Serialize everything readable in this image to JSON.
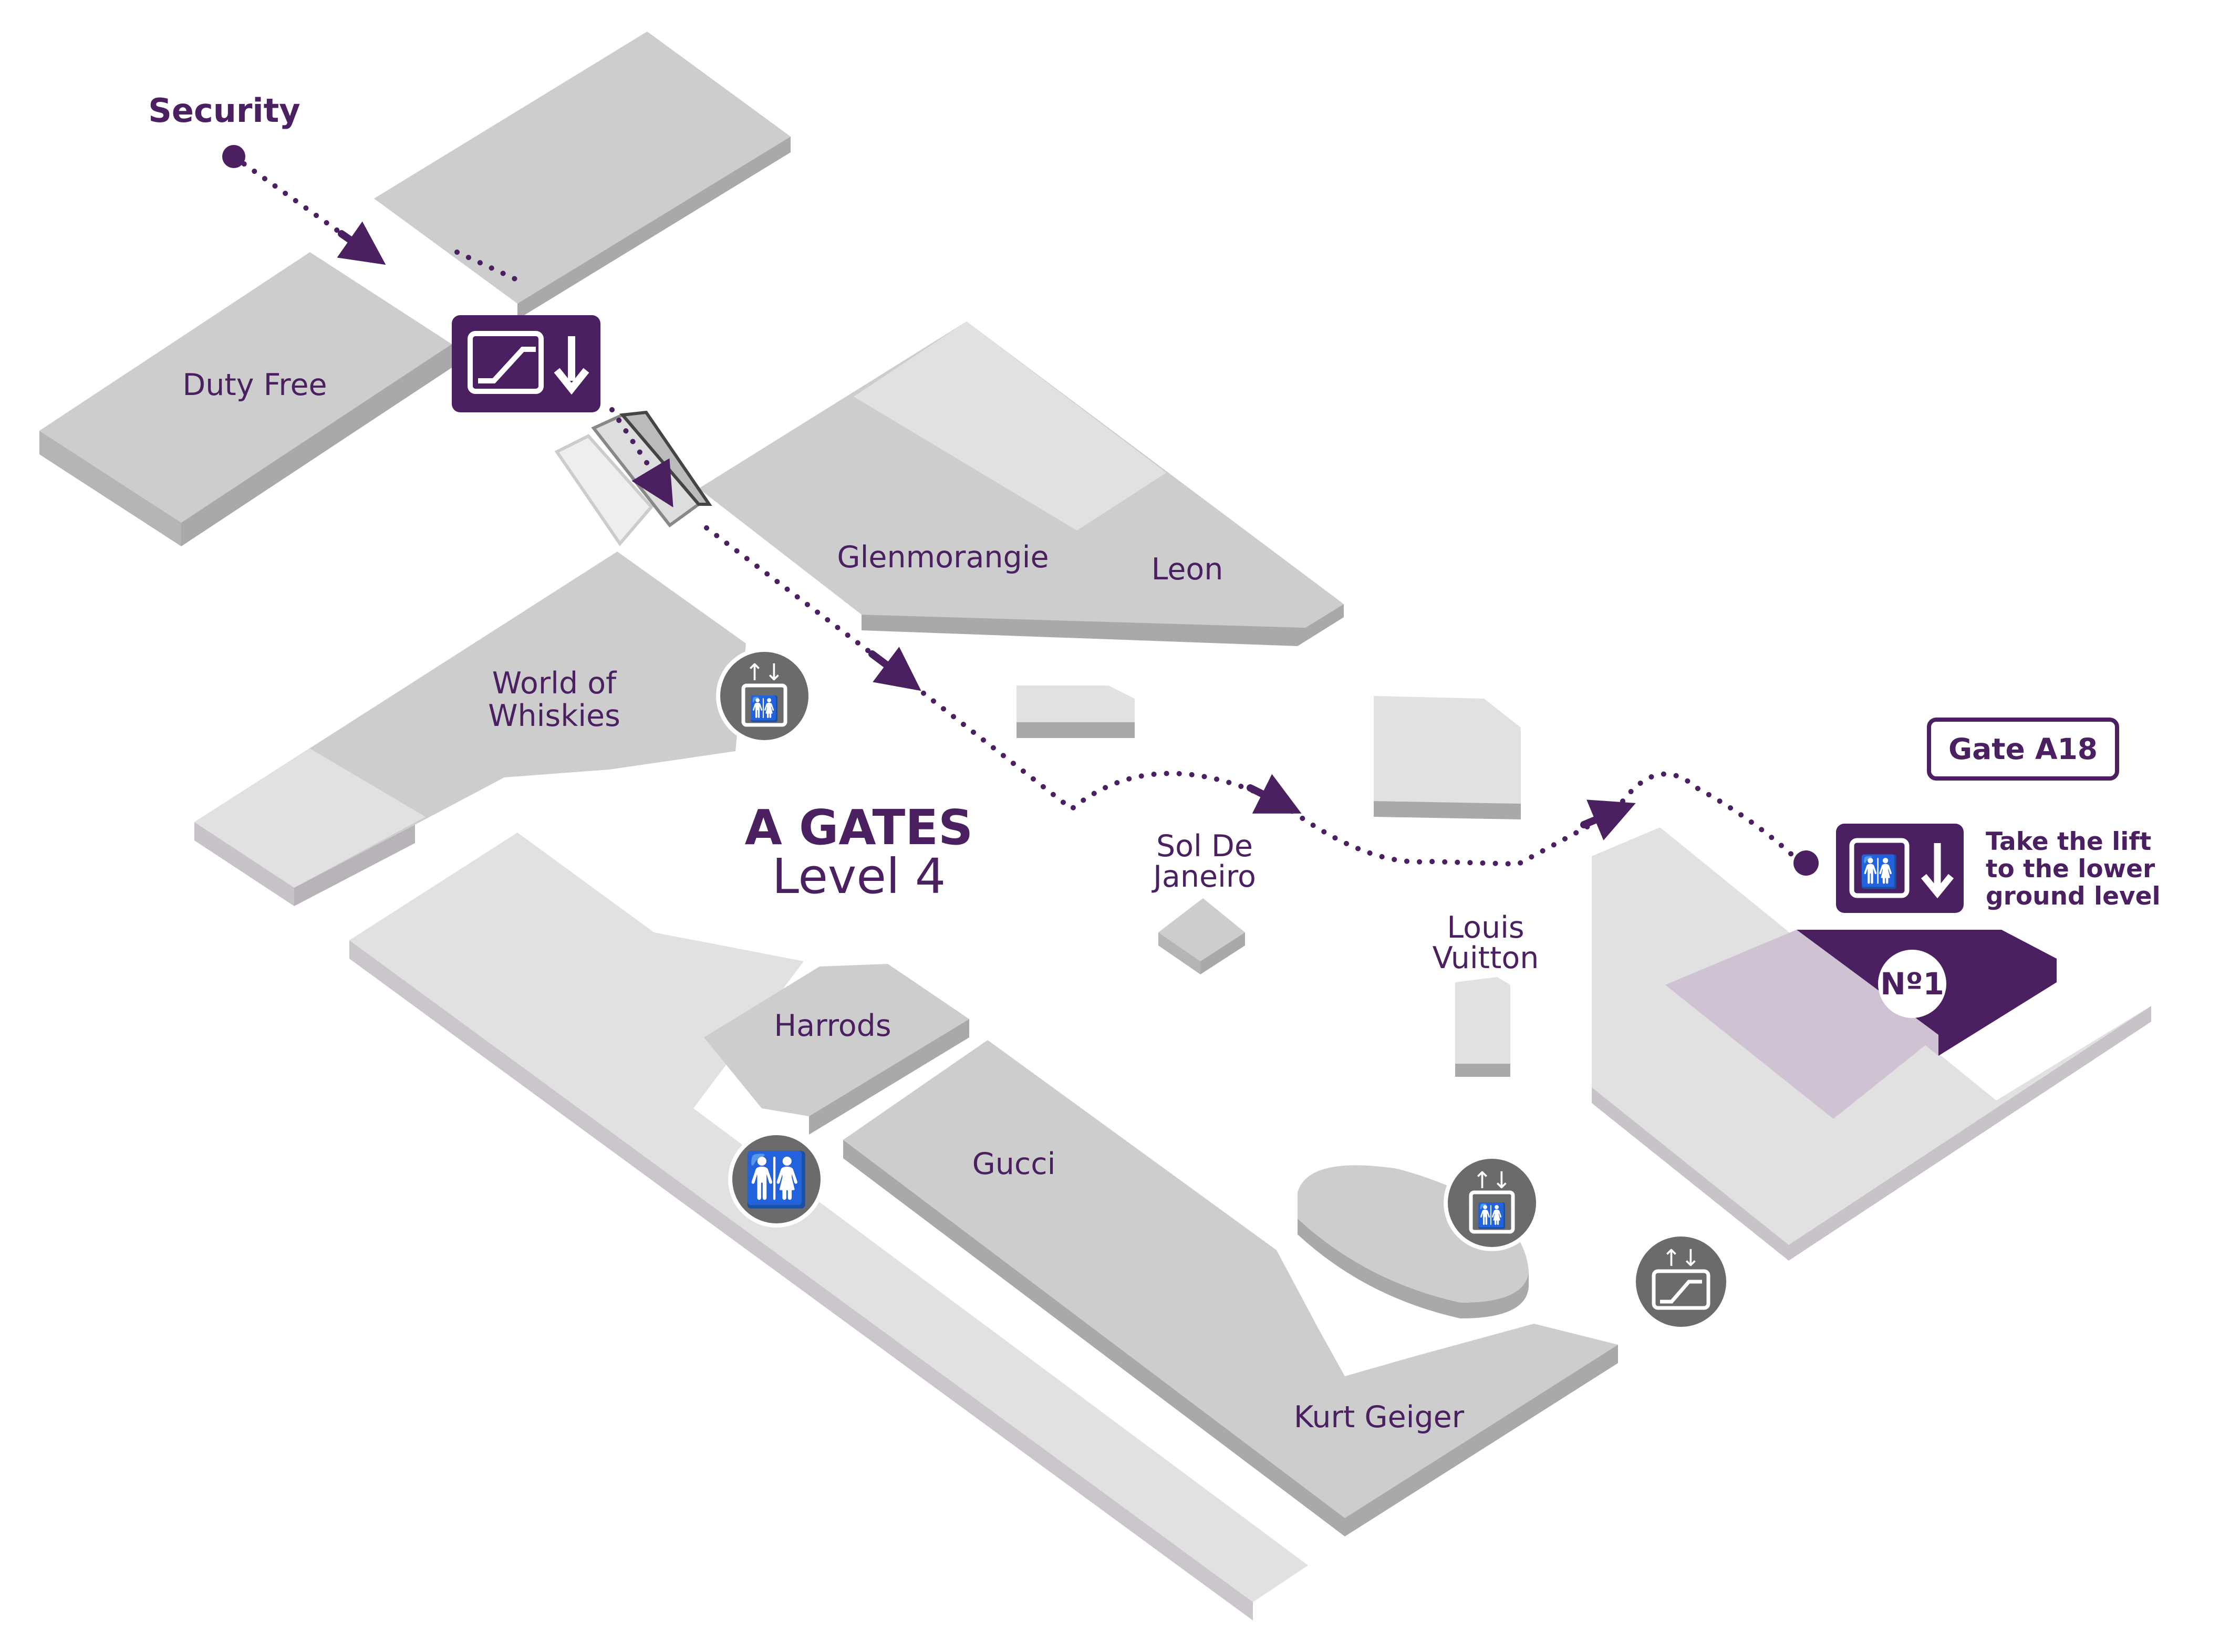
{
  "map": {
    "title": "A GATES",
    "level": "Level 4",
    "start_label": "Security",
    "gate_label": "Gate A18",
    "instruction_lines": [
      "Take the lift",
      "to the lower",
      "ground level"
    ],
    "destination_badge": "Nº1",
    "shops": {
      "duty_free": "Duty Free",
      "glenmorangie": "Glenmorangie",
      "leon": "Leon",
      "world_of_whiskies": [
        "World of",
        "Whiskies"
      ],
      "sol_de_janeiro": [
        "Sol De",
        "Janeiro"
      ],
      "louis_vuitton": [
        "Louis",
        "Vuitton"
      ],
      "harrods": "Harrods",
      "gucci": "Gucci",
      "kurt_geiger": "Kurt Geiger"
    },
    "icons": [
      "escalator-down-icon",
      "lift-toilets-icon",
      "toilets-icon",
      "escalator-icon",
      "lift-down-icon"
    ],
    "colors": {
      "accent": "#4a2060",
      "block_top": "#cdcdcd",
      "block_side": "#a9a9a9",
      "block_light": "#e1e1e1",
      "icon_circle": "#6b6b6b"
    }
  }
}
